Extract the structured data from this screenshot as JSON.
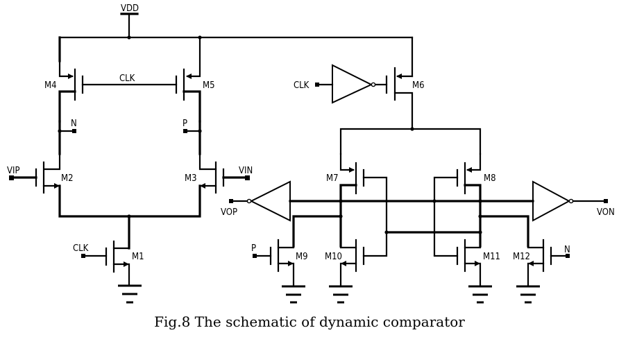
{
  "figure": {
    "caption": "Fig.8 The schematic of dynamic comparator",
    "supply_label": "VDD"
  },
  "nets": {
    "clk_m4_m5": "CLK",
    "clk_m1": "CLK",
    "clk_inverter": "CLK",
    "node_n": "N",
    "node_p": "P",
    "vip": "VIP",
    "vin": "VIN",
    "vop": "VOP",
    "von": "VON",
    "p_m9": "P",
    "n_m12": "N"
  },
  "transistors": [
    {
      "id": "M1",
      "type": "nmos",
      "gate": "CLK"
    },
    {
      "id": "M2",
      "type": "nmos",
      "gate": "VIP"
    },
    {
      "id": "M3",
      "type": "nmos",
      "gate": "VIN"
    },
    {
      "id": "M4",
      "type": "pmos",
      "gate": "CLK"
    },
    {
      "id": "M5",
      "type": "pmos",
      "gate": "CLK"
    },
    {
      "id": "M6",
      "type": "pmos",
      "gate": "CLK (inverted)"
    },
    {
      "id": "M7",
      "type": "pmos",
      "gate": "cross-coupled"
    },
    {
      "id": "M8",
      "type": "pmos",
      "gate": "cross-coupled"
    },
    {
      "id": "M9",
      "type": "nmos",
      "gate": "P"
    },
    {
      "id": "M10",
      "type": "nmos",
      "gate": "cross-coupled"
    },
    {
      "id": "M11",
      "type": "nmos",
      "gate": "cross-coupled"
    },
    {
      "id": "M12",
      "type": "nmos",
      "gate": "N"
    }
  ],
  "gates": [
    {
      "id": "inv-clk",
      "kind": "inverter"
    },
    {
      "id": "inv-vop",
      "kind": "inverter"
    },
    {
      "id": "inv-von",
      "kind": "inverter"
    }
  ]
}
